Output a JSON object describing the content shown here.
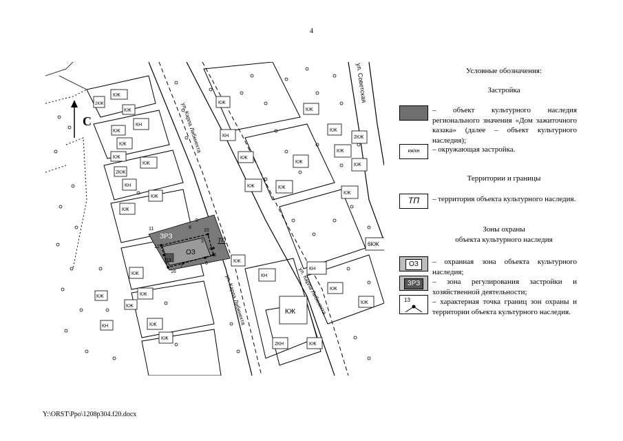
{
  "page_number": "4",
  "footer_path": "Y:\\ORST\\Ppo\\1208p304.f20.docx",
  "legend": {
    "title": "Условные обозначения:",
    "section_buildings": "Застройка",
    "item_heritage_object": "– объект культурного наследия регионального значения «Дом зажиточного казака» (далее – объект культурного наследия);",
    "item_surrounding": "– окружающая застройка.",
    "swatch_surrounding_label": "кж/кн",
    "section_territories": "Территории и границы",
    "swatch_territory_label": "ТП",
    "item_territory": "– территория объекта культурного наследия.",
    "section_zones_line1": "Зоны охраны",
    "section_zones_line2": "объекта культурного наследия",
    "swatch_oz_label": "ОЗ",
    "item_oz": "– охранная зона объекта культурного наследия;",
    "swatch_zrz_label": "ЗРЗ",
    "item_zrz": "– зона регулирования застройки и хозяйственной деятельности;",
    "swatch_point_label": "13",
    "item_point": "– характерная точка границ зон охраны и территории объекта культурного наследия."
  },
  "map": {
    "north_label": "С",
    "street_sovetskaya": "ул. Советская",
    "street_liebknecht": "ул. Карла Либкнехта",
    "zone_zrz_label": "ЗРЗ",
    "zone_oz_label": "ОЗ",
    "territory_label": "ТП",
    "building_labels": [
      "КЖ",
      "2КЖ",
      "КЖ",
      "КН",
      "КЖ",
      "КЖ",
      "КЖ",
      "КЖ",
      "2КЖ",
      "КН",
      "КЖ",
      "КЖ",
      "КЖ",
      "КЖ",
      "КЖ",
      "КЖ",
      "КЖ",
      "КЖ",
      "КН",
      "КЖ",
      "КН",
      "КЖ",
      "КЖ",
      "КЖ",
      "КЖ",
      "КЖ",
      "КЖ",
      "2КЖ",
      "КЖ",
      "6КЖ",
      "КН",
      "КЖ",
      "КЖ",
      "КН",
      "КЖ",
      "2КН",
      "КЖ",
      "КЖ",
      "КЖ",
      "КЖ"
    ],
    "point_labels": [
      "11",
      "12",
      "13",
      "10",
      "4",
      "5",
      "6",
      "7",
      "16",
      "8",
      "9",
      "3"
    ]
  }
}
